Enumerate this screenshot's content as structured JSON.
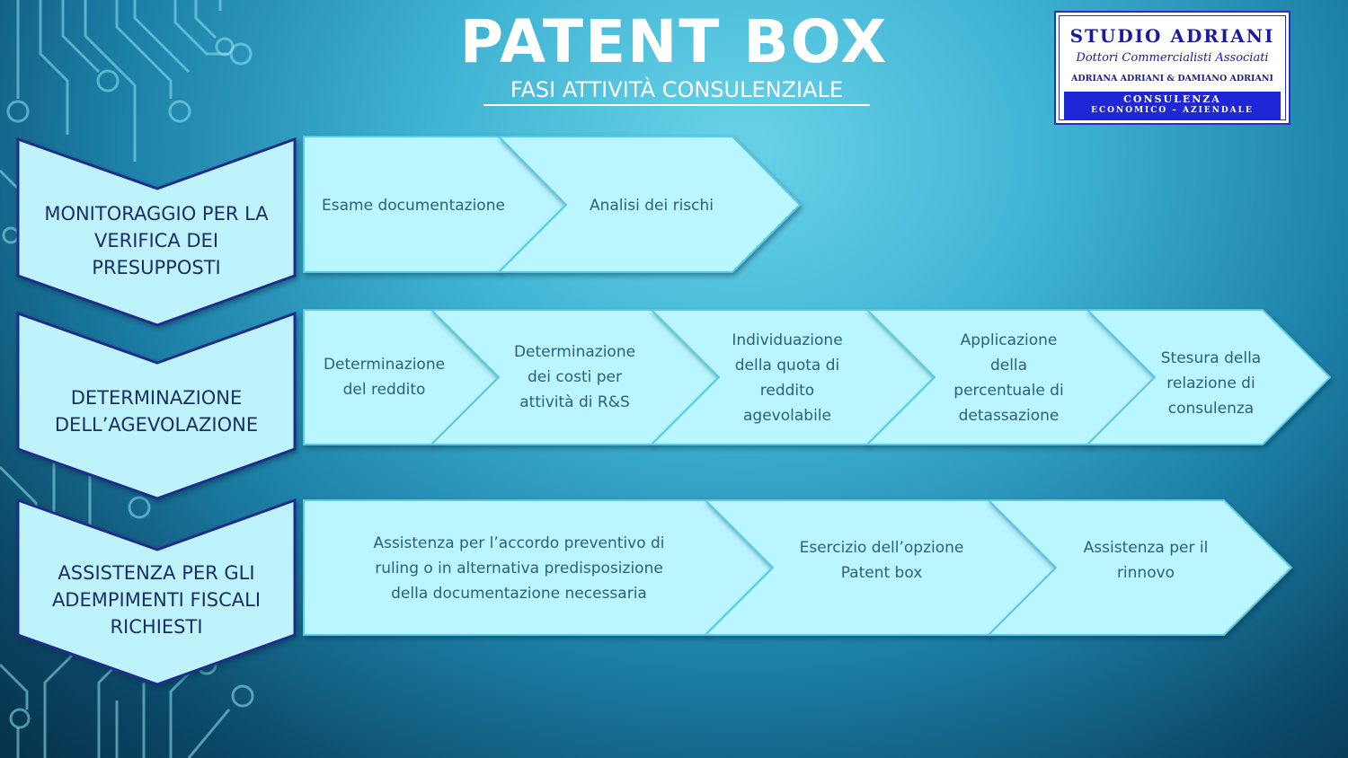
{
  "title": "PATENT BOX",
  "subtitle": "FASI ATTIVITÀ CONSULENZIALE",
  "logo": {
    "name": "STUDIO ADRIANI",
    "tagline": "Dottori Commercialisti Associati",
    "partners": "ADRIANA ADRIANI & DAMIANO ADRIANI",
    "band_line1": "CONSULENZA",
    "band_line2": "ECONOMICO – AZIENDALE"
  },
  "phases": [
    {
      "label": "MONITORAGGIO PER LA VERIFICA DEI PRESUPPOSTI",
      "steps": [
        "Esame documentazione",
        "Analisi dei rischi"
      ]
    },
    {
      "label": "DETERMINAZIONE DELL’AGEVOLAZIONE",
      "steps": [
        "Determinazione del reddito",
        "Determinazione dei costi per attività di R&S",
        "Individuazione della quota di reddito agevolabile",
        "Applicazione della percentuale di detassazione",
        "Stesura della relazione di consulenza"
      ]
    },
    {
      "label": "ASSISTENZA PER GLI ADEMPIMENTI FISCALI RICHIESTI",
      "steps": [
        "Assistenza per l’accordo preventivo di ruling o in alternativa predisposizione della documentazione necessaria",
        "Esercizio dell’opzione Patent box",
        "Assistenza per il rinnovo"
      ]
    }
  ],
  "colors": {
    "chevron_fill": "#bff3fb",
    "chevron_stroke": "#1f2f8a",
    "step_fill": "#b9f6ff",
    "step_edge": "#5ac8e6"
  }
}
